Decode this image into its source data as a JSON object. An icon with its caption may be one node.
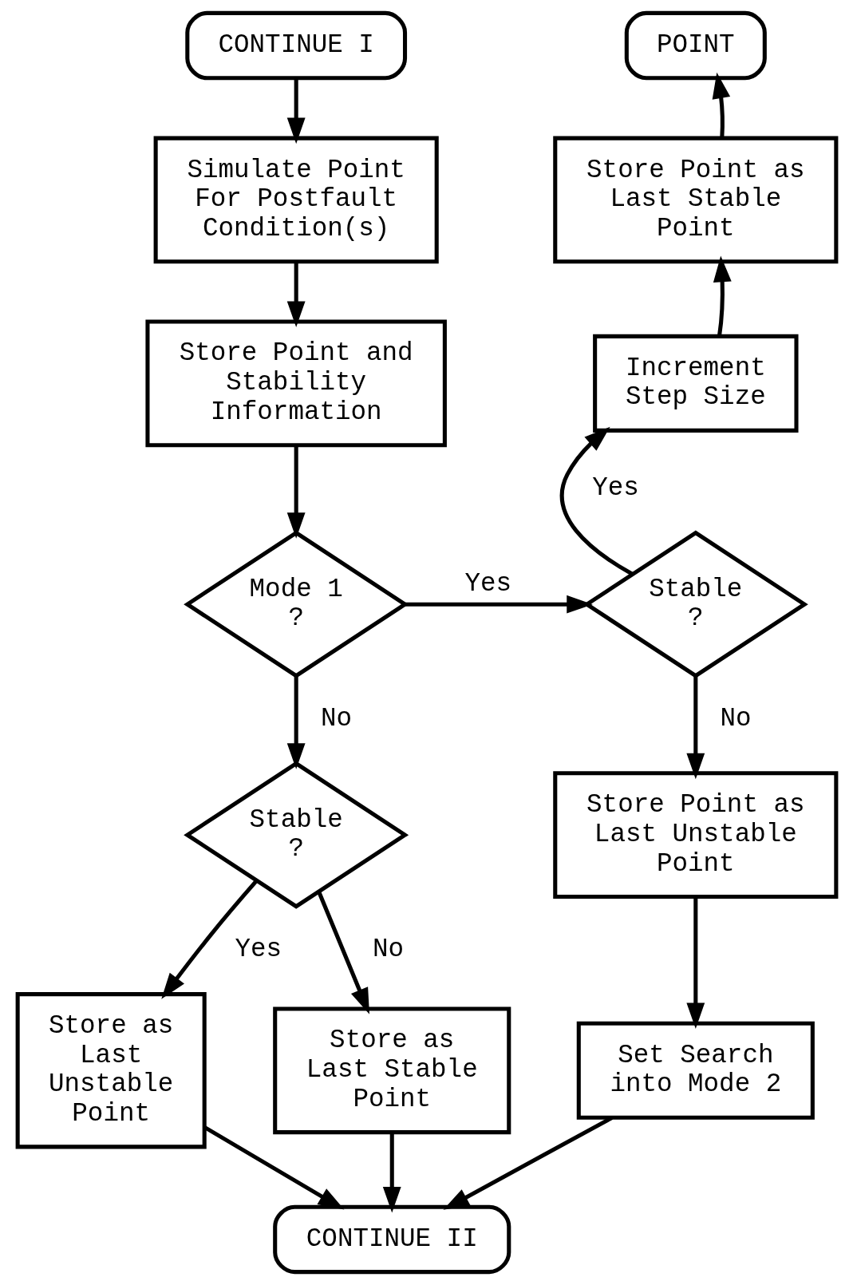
{
  "diagram": {
    "nodes": [
      {
        "text": [
          "POINT"
        ]
      },
      {
        "text": [
          "CONTINUE I"
        ]
      },
      {
        "text": [
          "Store Point as Last Stable Point"
        ]
      },
      {
        "text": [
          "Simulate Point For Postfault Condition(s)"
        ]
      },
      {
        "text": [
          "Increment Step Size"
        ]
      },
      {
        "text": [
          "Store Point and Stability Information"
        ]
      },
      {
        "text": [
          "Stable ?"
        ]
      },
      {
        "text": [
          "Mode 1 ?"
        ]
      },
      {
        "text": [
          "Store Point as Last Unstable Point"
        ]
      },
      {
        "text": [
          "Stable ?"
        ]
      },
      {
        "text": [
          "Set Search into Mode 2"
        ]
      },
      {
        "text": [
          "Store as Last Unstable Point"
        ]
      },
      {
        "text": [
          "Store as Last Stable Point"
        ]
      },
      {
        "text": [
          "CONTINUE II"
        ]
      }
    ],
    "edges": [
      {
        "from": 2,
        "to": 0,
        "arrow": "to"
      },
      {
        "from": 1,
        "to": 3,
        "arrow": "to"
      },
      {
        "from": 4,
        "to": 2,
        "arrow": "to"
      },
      {
        "from": 3,
        "to": 5,
        "arrow": "to"
      },
      {
        "from": 6,
        "to": 4,
        "arrow": "to",
        "label": "Yes"
      },
      {
        "from": 5,
        "to": 7,
        "arrow": "to"
      },
      {
        "from": 7,
        "to": 6,
        "arrow": "to",
        "label": "Yes"
      },
      {
        "from": 6,
        "to": 8,
        "arrow": "to",
        "label": "No"
      },
      {
        "from": 7,
        "to": 9,
        "arrow": "to",
        "label": "No"
      },
      {
        "from": 8,
        "to": 10,
        "arrow": "to"
      },
      {
        "from": 9,
        "to": 11,
        "arrow": "to",
        "label": "Yes"
      },
      {
        "from": 9,
        "to": 12,
        "arrow": "to",
        "label": "No"
      },
      {
        "from": 10,
        "to": 13,
        "arrow": "to"
      },
      {
        "from": 11,
        "to": 13,
        "arrow": "to"
      },
      {
        "from": 12,
        "to": 13,
        "arrow": "to"
      }
    ]
  }
}
